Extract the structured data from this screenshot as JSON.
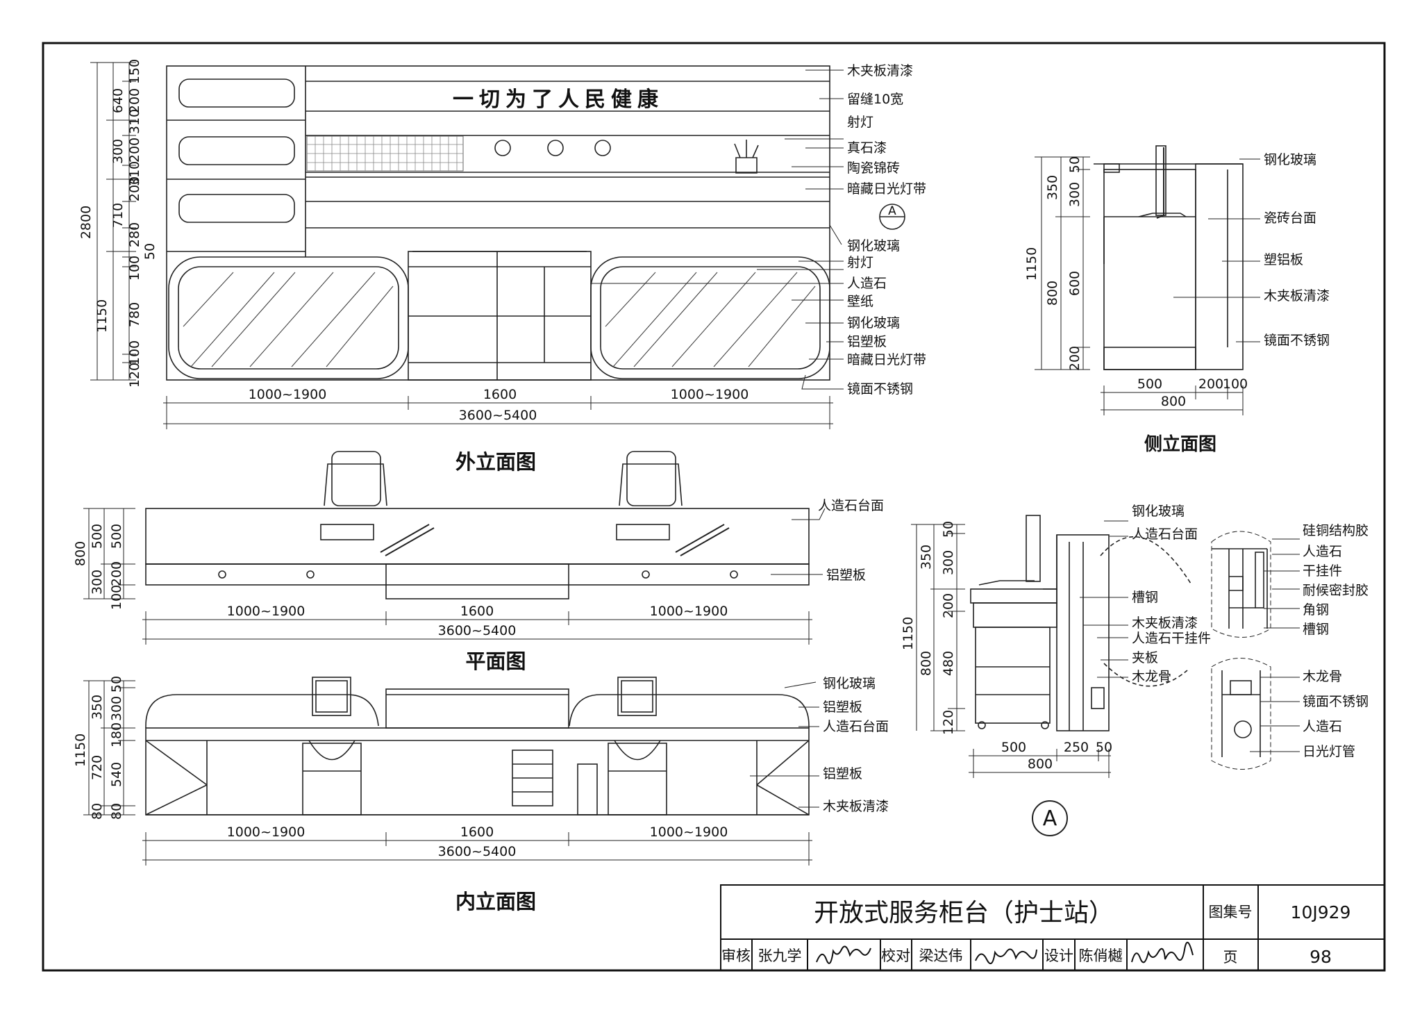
{
  "front_elevation": {
    "title": "外立面图",
    "slogan": "一切为了人民健康",
    "labels": [
      "木夹板清漆",
      "留缝10宽",
      "射灯",
      "真石漆",
      "陶瓷锦砖",
      "暗藏日光灯带",
      "钢化玻璃",
      "射灯",
      "人造石",
      "壁纸",
      "钢化玻璃",
      "铝塑板",
      "暗藏日光灯带",
      "镜面不锈钢"
    ],
    "callout_marker": "A",
    "dims_left": [
      "150",
      "200",
      "310",
      "200",
      "310",
      "200",
      "280",
      "100",
      "780",
      "100",
      "120",
      "50"
    ],
    "dims_totals": [
      "640",
      "300",
      "710",
      "2800",
      "1150"
    ],
    "dims_bottom": [
      "1000~1900",
      "1600",
      "1000~1900",
      "3600~5400"
    ]
  },
  "side_elevation": {
    "title": "侧立面图",
    "labels": [
      "钢化玻璃",
      "瓷砖台面",
      "塑铝板",
      "木夹板清漆",
      "镜面不锈钢"
    ],
    "dims_left": [
      "350",
      "50",
      "300",
      "1150",
      "800",
      "600",
      "200"
    ],
    "dims_bottom": [
      "500",
      "200",
      "100",
      "800"
    ]
  },
  "plan": {
    "title": "平面图",
    "labels": [
      "人造石台面",
      "铝塑板"
    ],
    "dims_left": [
      "800",
      "500",
      "500",
      "300",
      "200",
      "100"
    ],
    "dims_bottom": [
      "1000~1900",
      "1600",
      "1000~1900",
      "3600~5400"
    ]
  },
  "inner_elevation": {
    "title": "内立面图",
    "labels": [
      "钢化玻璃",
      "铝塑板",
      "人造石台面",
      "铝塑板",
      "木夹板清漆"
    ],
    "dims_left": [
      "350",
      "300",
      "50",
      "1150",
      "180",
      "720",
      "540",
      "80",
      "80"
    ],
    "dims_bottom": [
      "1000~1900",
      "1600",
      "1000~1900",
      "3600~5400"
    ]
  },
  "section_a": {
    "marker": "A",
    "labels": [
      "钢化玻璃",
      "人造石台面",
      "槽钢",
      "木夹板清漆",
      "人造石干挂件",
      "夹板",
      "木龙骨"
    ],
    "dims_left": [
      "50",
      "350",
      "300",
      "200",
      "1150",
      "800",
      "480",
      "120"
    ],
    "dims_bottom": [
      "500",
      "250",
      "50",
      "800"
    ]
  },
  "detail_1": {
    "labels": [
      "硅铜结构胶",
      "人造石",
      "干挂件",
      "耐候密封胶",
      "角钢",
      "槽钢"
    ]
  },
  "detail_2": {
    "labels": [
      "木龙骨",
      "镜面不锈钢",
      "人造石",
      "日光灯管"
    ]
  },
  "title_block": {
    "drawing_title": "开放式服务柜台（护士站）",
    "atlas_label": "图集号",
    "atlas_no": "10J929",
    "review_label": "审核",
    "reviewer": "张九学",
    "check_label": "校对",
    "checker": "梁达伟",
    "design_label": "设计",
    "designer": "陈俏樾",
    "page_label": "页",
    "page_no": "98"
  }
}
